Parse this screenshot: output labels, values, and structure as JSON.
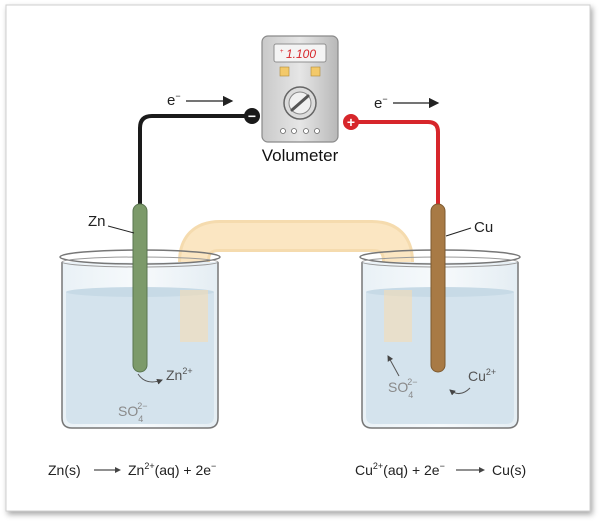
{
  "meter": {
    "display": "1.100",
    "display_sign": "+",
    "label": "Volumeter",
    "negative_terminal": "−",
    "positive_terminal": "+"
  },
  "electron_flow": {
    "left": {
      "text": "e",
      "sup": "−"
    },
    "right": {
      "text": "e",
      "sup": "−"
    }
  },
  "electrodes": {
    "anode_label": "Zn",
    "cathode_label": "Cu"
  },
  "left_beaker": {
    "cation": {
      "text": "Zn",
      "sup": "2+"
    },
    "anion": {
      "text": "SO",
      "sub": "4",
      "sup": "2−"
    }
  },
  "right_beaker": {
    "cation": {
      "text": "Cu",
      "sup": "2+"
    },
    "anion": {
      "text": "SO",
      "sub": "4",
      "sup": "2−"
    }
  },
  "equations": {
    "left": {
      "reactant": "Zn(s)",
      "product_base": "Zn",
      "product_sup": "2+",
      "product_rest": "(aq) + 2e",
      "product_rest_sup": "−"
    },
    "right": {
      "reactant_base": "Cu",
      "reactant_sup": "2+",
      "reactant_rest": "(aq) + 2e",
      "reactant_rest_sup": "−",
      "product": "Cu(s)"
    }
  },
  "colors": {
    "negative_wire": "#1a1a1a",
    "positive_wire": "#d7262b",
    "zinc_electrode": "#7c9a6a",
    "copper_electrode": "#a87a45",
    "salt_bridge": "#fbe3b8",
    "solution": "#dbe8f0",
    "meter_display": "#d7262b"
  }
}
